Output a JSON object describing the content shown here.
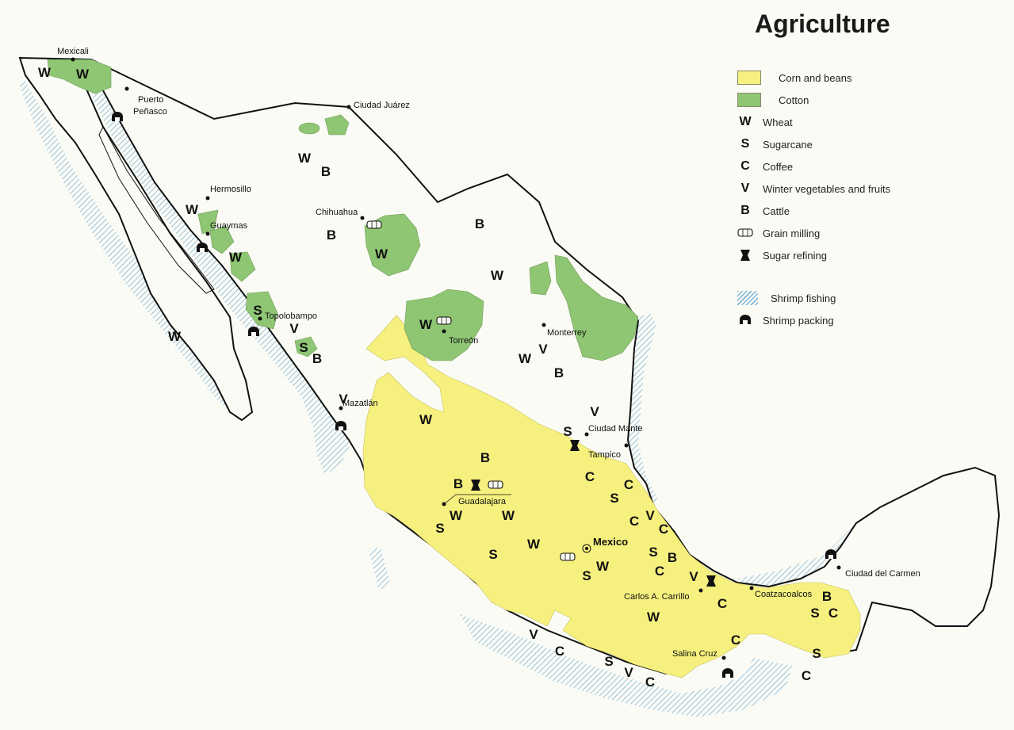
{
  "title": "Agriculture",
  "legend": {
    "corn": "Corn and beans",
    "cotton": "Cotton",
    "wheat": {
      "letter": "W",
      "label": "Wheat"
    },
    "sugar": {
      "letter": "S",
      "label": "Sugarcane"
    },
    "coffee": {
      "letter": "C",
      "label": "Coffee"
    },
    "veg": {
      "letter": "V",
      "label": "Winter vegetables and fruits"
    },
    "cattle": {
      "letter": "B",
      "label": "Cattle"
    },
    "grain": "Grain milling",
    "refining": "Sugar refining",
    "shrimp_fishing": "Shrimp fishing",
    "shrimp_packing": "Shrimp packing"
  },
  "cities": {
    "mexicali": "Mexicali",
    "puerto": "Puerto",
    "penasco": "Peñasco",
    "juarez": "Ciudad Juárez",
    "hermosillo": "Hermosillo",
    "guaymas": "Guaymas",
    "chihuahua": "Chihuahua",
    "topolobampo": "Topolobampo",
    "torreon": "Torreón",
    "monterrey": "Monterrey",
    "mazatlan": "Mazatlán",
    "mante": "Ciudad Mante",
    "tampico": "Tampico",
    "guadalajara": "Guadalajara",
    "mexico": "Mexico",
    "carrillo": "Carlos A. Carrillo",
    "coatzacoalcos": "Coatzacoalcos",
    "carmen": "Ciudad del Carmen",
    "salina": "Salina Cruz"
  },
  "crops": {
    "W": "W",
    "S": "S",
    "C": "C",
    "V": "V",
    "B": "B"
  },
  "colors": {
    "corn": "#f6f17f",
    "cotton": "#8fc674",
    "shrimp": "#7fb6d8",
    "land": "#fbfbf5",
    "border": "#111111"
  },
  "icons": {
    "grain": "grain-milling-icon",
    "refining": "sugar-refining-icon",
    "packing": "shrimp-packing-icon",
    "capital": "capital-star-icon"
  }
}
